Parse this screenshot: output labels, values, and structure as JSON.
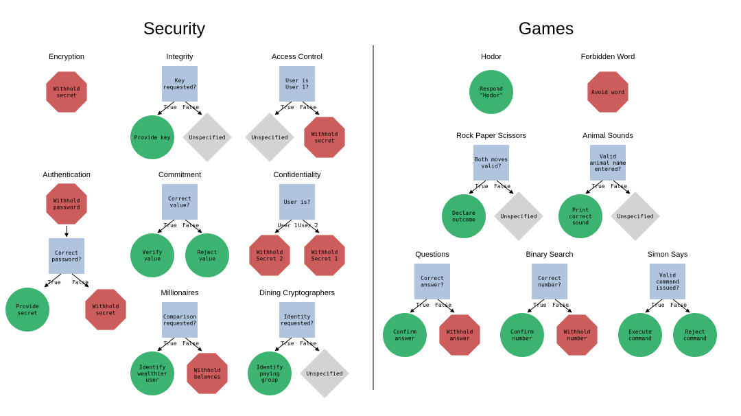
{
  "headings": {
    "security": "Security",
    "games": "Games"
  },
  "colors": {
    "decision": "#b0c4de",
    "good": "#3cb371",
    "bad": "#cd5c5c",
    "unspecified": "#d3d3d3",
    "line": "#000000"
  },
  "diagrams": {
    "encryption": {
      "title": "Encryption",
      "node": "Withhold\nsecret"
    },
    "integrity": {
      "title": "Integrity",
      "decision": "Key\nrequested?",
      "left_label": "True",
      "right_label": "False",
      "left": "Provide key",
      "right": "Unspecified"
    },
    "access_control": {
      "title": "Access Control",
      "decision": "User is\nUser 1?",
      "left_label": "True",
      "right_label": "False",
      "left": "Unspecified",
      "right": "Withhold\nsecret"
    },
    "authentication": {
      "title": "Authentication",
      "top": "Withhold\npassword",
      "decision": "Correct\npassword?",
      "left_label": "True",
      "right_label": "False",
      "left": "Provide\nsecret",
      "right": "Withhold\nsecret"
    },
    "commitment": {
      "title": "Commitment",
      "decision": "Correct\nvalue?",
      "left_label": "True",
      "right_label": "False",
      "left": "Verify\nvalue",
      "right": "Reject\nvalue"
    },
    "confidentiality": {
      "title": "Confidentiality",
      "decision": "User is?",
      "left_label": "User 1",
      "right_label": "User 2",
      "left": "Withhold\nSecret 2",
      "right": "Withhold\nSecret 1"
    },
    "millionaires": {
      "title": "Millionaires",
      "decision": "Comparison\nrequested?",
      "left_label": "True",
      "right_label": "False",
      "left": "Identify\nwealthier\nuser",
      "right": "Withhold\nbalances"
    },
    "dining": {
      "title": "Dining Cryptographers",
      "decision": "Identity\nrequested?",
      "left_label": "True",
      "right_label": "False",
      "left": "Identify\npaying\ngroup",
      "right": "Unspecified"
    },
    "hodor": {
      "title": "Hodor",
      "node": "Respond\n\"Hodor\""
    },
    "forbidden": {
      "title": "Forbidden Word",
      "node": "Avoid word"
    },
    "rps": {
      "title": "Rock Paper Scissors",
      "decision": "Both moves\nvalid?",
      "left_label": "True",
      "right_label": "False",
      "left": "Declare\noutcome",
      "right": "Unspecified"
    },
    "animal": {
      "title": "Animal Sounds",
      "decision": "Valid\nanimal name\nentered?",
      "left_label": "True",
      "right_label": "False",
      "left": "Print\ncorrect\nsound",
      "right": "Unspecified"
    },
    "questions": {
      "title": "Questions",
      "decision": "Correct\nanswer?",
      "left_label": "True",
      "right_label": "False",
      "left": "Confirm\nanswer",
      "right": "Withhold\nanswer"
    },
    "binary": {
      "title": "Binary Search",
      "decision": "Correct\nnumber?",
      "left_label": "True",
      "right_label": "False",
      "left": "Confirm\nnumber",
      "right": "Withhold\nnumber"
    },
    "simon": {
      "title": "Simon Says",
      "decision": "Valid\ncommand\nissued?",
      "left_label": "True",
      "right_label": "False",
      "left": "Execute\ncommand",
      "right": "Reject\ncommand"
    }
  }
}
